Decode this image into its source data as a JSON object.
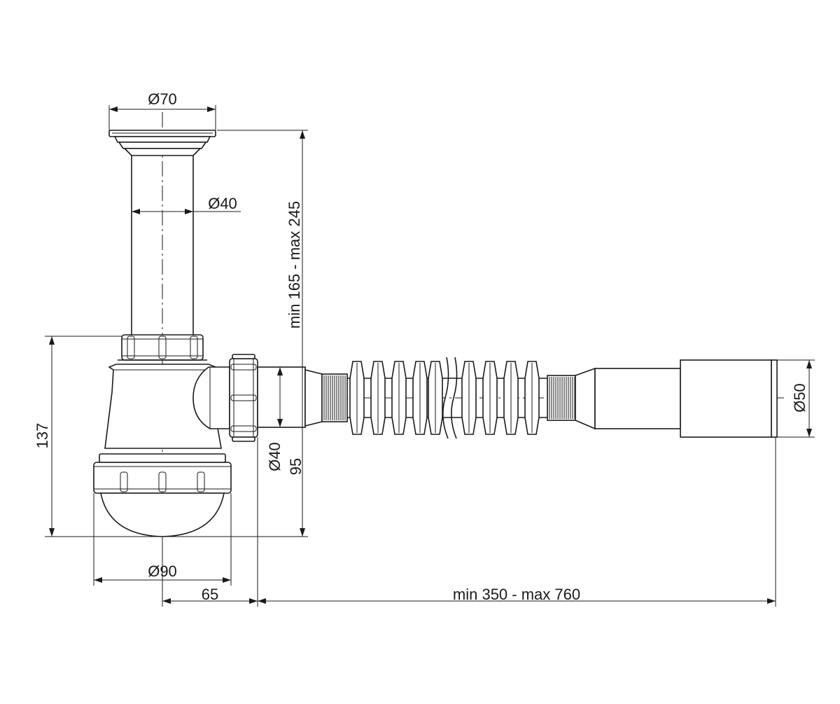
{
  "drawing": {
    "dimensions": {
      "drain_diameter": "Ø70",
      "pipe_diameter": "Ø40",
      "height_range": "min 165 - max 245",
      "bottle_height": "137",
      "bottle_diameter": "Ø90",
      "outlet_diameter": "Ø40",
      "outlet_height": "95",
      "offset": "65",
      "length_range": "min 350 - max 760",
      "end_diameter": "Ø50"
    }
  }
}
